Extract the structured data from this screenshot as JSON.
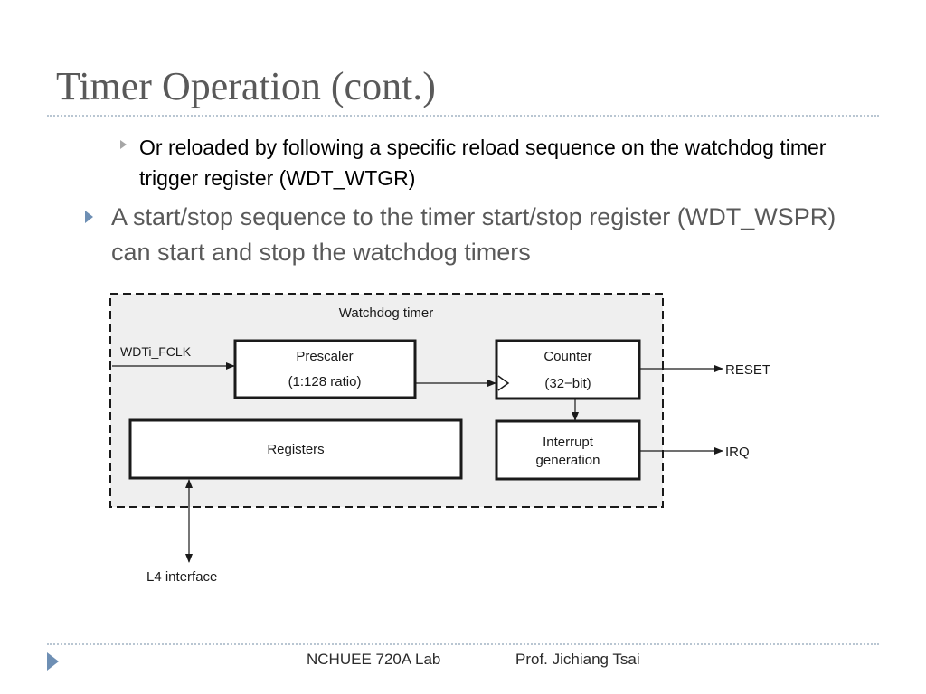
{
  "slide": {
    "title": "Timer Operation (cont.)",
    "bullets": [
      "Or reloaded by following a specific reload sequence on the watchdog timer trigger register (WDT_WTGR)",
      "A start/stop sequence to the timer start/stop register (WDT_WSPR) can start and stop the watchdog timers"
    ]
  },
  "diagram": {
    "container_label": "Watchdog timer",
    "input_label": "WDTi_FCLK",
    "prescaler": {
      "line1": "Prescaler",
      "line2": "(1:128 ratio)"
    },
    "counter": {
      "line1": "Counter",
      "line2": "(32−bit)"
    },
    "registers_label": "Registers",
    "interrupt": {
      "line1": "Interrupt",
      "line2": "generation"
    },
    "reset_label": "RESET",
    "irq_label": "IRQ",
    "interface_label": "L4 interface"
  },
  "footer": {
    "left": "NCHUEE 720A Lab",
    "right": "Prof. Jichiang Tsai"
  },
  "colors": {
    "title": "#595959",
    "accent": "#6e8fb4",
    "diagram_fill": "#efefef"
  }
}
